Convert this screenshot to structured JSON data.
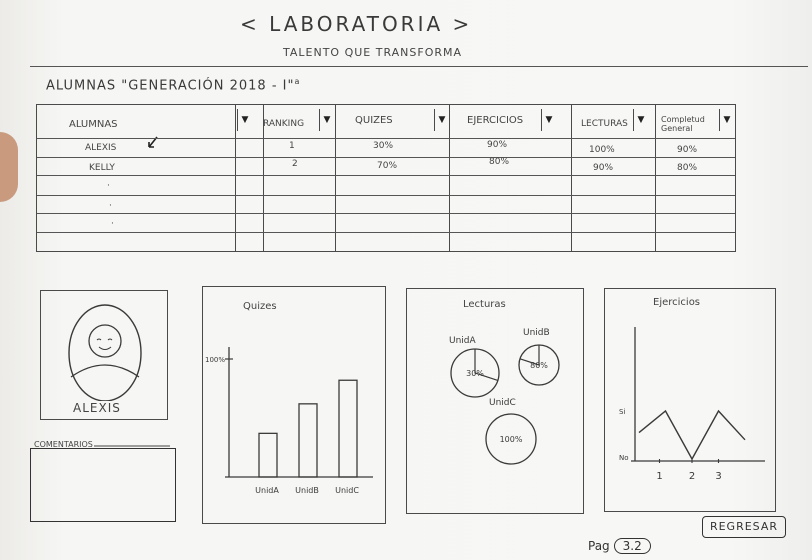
{
  "app": {
    "title": "< LABORATORIA >",
    "tagline": "TALENTO QUE TRANSFORMA"
  },
  "table": {
    "title": "ALUMNAS \"GENERACIÓN 2018 - I\"",
    "title_sup": "a",
    "sort_glyph": "▼",
    "headers": [
      "ALUMNAS",
      "RANKING",
      "QUIZES",
      "EJERCICIOS",
      "LECTURAS",
      "Completud General"
    ],
    "rows": [
      {
        "name": "ALEXIS",
        "ranking": "1",
        "quizes": "30%",
        "ejercicios": "90%",
        "lecturas": "100%",
        "completud": "90%"
      },
      {
        "name": "KELLY",
        "ranking": "2",
        "quizes": "70%",
        "ejercicios": "80%",
        "lecturas": "90%",
        "completud": "80%"
      }
    ],
    "empty_markers": [
      "·",
      "·",
      "·"
    ]
  },
  "profile": {
    "name": "ALEXIS"
  },
  "comments": {
    "label": "COMENTARIOS"
  },
  "chart_data": [
    {
      "type": "bar",
      "title": "Quizes",
      "categories": [
        "UnidA",
        "UnidB",
        "UnidC"
      ],
      "values": [
        37,
        62,
        82
      ],
      "ylim": [
        0,
        100
      ],
      "ytick_label": "100%",
      "ytick_value": 100
    },
    {
      "type": "pie",
      "title": "Lecturas",
      "pies": [
        {
          "label": "UnidA",
          "value_label": "30%",
          "value": 30
        },
        {
          "label": "UnidB",
          "value_label": "80%",
          "value": 80
        },
        {
          "label": "UnidC",
          "value_label": "100%",
          "value": 100
        }
      ]
    },
    {
      "type": "line",
      "title": "Ejercicios",
      "x": [
        "1",
        "2",
        "3"
      ],
      "y_labels": [
        "Si",
        "No"
      ],
      "series": [
        {
          "values": [
            0.55,
            1.0,
            0.0,
            1.0,
            0.4
          ]
        }
      ],
      "x_positions": [
        0,
        1,
        2,
        3,
        4
      ]
    }
  ],
  "footer": {
    "back_label": "REGRESAR",
    "page_prefix": "Pag",
    "page_number": "3.2"
  },
  "colors": {
    "ink": "#3a3a3a",
    "paper": "#f6f6f4"
  }
}
